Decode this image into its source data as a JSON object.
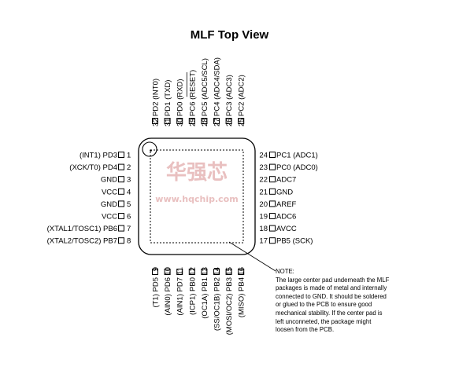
{
  "title": "MLF Top View",
  "watermark": {
    "text_main": "华强芯",
    "text_url": "www.hqchip.com"
  },
  "left_pins": [
    {
      "num": "1",
      "label": "(INT1) PD3"
    },
    {
      "num": "2",
      "label": "(XCK/T0) PD4"
    },
    {
      "num": "3",
      "label": "GND"
    },
    {
      "num": "4",
      "label": "VCC"
    },
    {
      "num": "5",
      "label": "GND"
    },
    {
      "num": "6",
      "label": "VCC"
    },
    {
      "num": "7",
      "label": "(XTAL1/TOSC1) PB6"
    },
    {
      "num": "8",
      "label": "(XTAL2/TOSC2) PB7"
    }
  ],
  "bottom_pins": [
    {
      "num": "9",
      "label": "(T1) PD5"
    },
    {
      "num": "10",
      "label": "(AIN0) PD6"
    },
    {
      "num": "11",
      "label": "(AIN1) PD7"
    },
    {
      "num": "12",
      "label": "(ICP1) PB0"
    },
    {
      "num": "13",
      "label": "(OC1A) PB1"
    },
    {
      "num": "14",
      "label": "(SS/OC1B) PB2"
    },
    {
      "num": "15",
      "label": "(MOSI/OC2) PB3"
    },
    {
      "num": "16",
      "label": "(MISO) PB4"
    }
  ],
  "right_pins": [
    {
      "num": "17",
      "label": "PB5 (SCK)"
    },
    {
      "num": "18",
      "label": "AVCC"
    },
    {
      "num": "19",
      "label": "ADC6"
    },
    {
      "num": "20",
      "label": "AREF"
    },
    {
      "num": "21",
      "label": "GND"
    },
    {
      "num": "22",
      "label": "ADC7"
    },
    {
      "num": "23",
      "label": "PC0 (ADC0)"
    },
    {
      "num": "24",
      "label": "PC1 (ADC1)"
    }
  ],
  "top_pins": [
    {
      "num": "25",
      "label": "PC2 (ADC2)"
    },
    {
      "num": "26",
      "label": "PC3 (ADC3)"
    },
    {
      "num": "27",
      "label": "PC4 (ADC4/SDA)"
    },
    {
      "num": "28",
      "label": "PC5 (ADC5/SCL)"
    },
    {
      "num": "29",
      "label": "PC6 (RESET)",
      "overline": "RESET"
    },
    {
      "num": "30",
      "label": "PD0 (RXD)"
    },
    {
      "num": "31",
      "label": "PD1 (TXD)"
    },
    {
      "num": "32",
      "label": "PD2 (INT0)"
    }
  ],
  "note": {
    "heading": "NOTE:",
    "lines": [
      "The large center pad underneath the MLF",
      "packages is made of metal and internally",
      "connected to GND. It should be soldered",
      "or glued to the PCB to ensure good",
      "mechanical stability. If the center pad is",
      "left unconneted, the package might",
      "loosen from the PCB."
    ]
  }
}
